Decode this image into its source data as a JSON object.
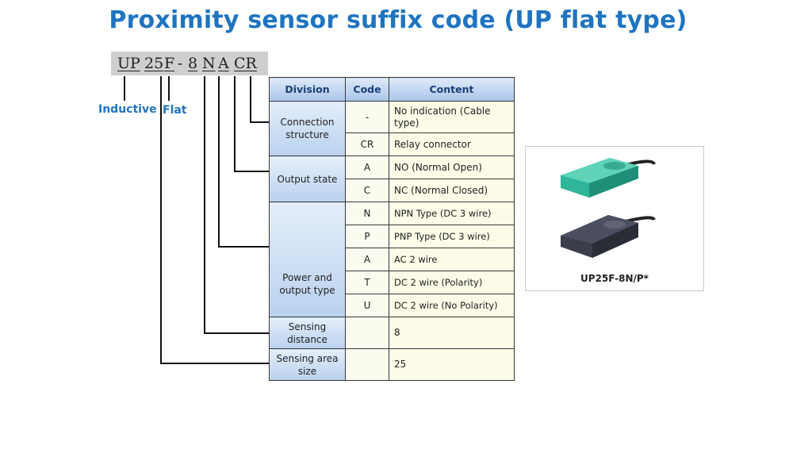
{
  "title": "Proximity sensor suffix code (UP flat type)",
  "code_segments": {
    "s1": "UP",
    "s2": "25",
    "s3": "F",
    "s4": "-",
    "s5": "8",
    "s6": "N",
    "s7": "A",
    "s8": "CR"
  },
  "labels": {
    "inductive": "Inductive",
    "flat": "Flat"
  },
  "table": {
    "headers": [
      "Division",
      "Code",
      "Content"
    ],
    "groups": {
      "connection": {
        "division": "Connection structure",
        "rows": [
          {
            "code": "-",
            "content": "No indication (Cable type)"
          },
          {
            "code": "CR",
            "content": "Relay connector"
          }
        ]
      },
      "output_state": {
        "division": "Output state",
        "rows": [
          {
            "code": "A",
            "content": "NO (Normal Open)"
          },
          {
            "code": "C",
            "content": "NC (Normal Closed)"
          }
        ]
      },
      "power": {
        "division": "Power and output type",
        "rows": [
          {
            "code": "N",
            "content": "NPN Type (DC 3 wire)"
          },
          {
            "code": "P",
            "content": "PNP Type (DC 3 wire)"
          },
          {
            "code": "A",
            "content": "AC 2 wire"
          },
          {
            "code": "T",
            "content": "DC 2 wire (Polarity)"
          },
          {
            "code": "U",
            "content": "DC 2 wire (No Polarity)"
          }
        ]
      },
      "distance": {
        "division": "Sensing distance",
        "code": "",
        "content": "8"
      },
      "area": {
        "division": "Sensing area size",
        "code": "",
        "content": "25"
      }
    }
  },
  "photo": {
    "caption": "UP25F-8N/P*"
  },
  "colors": {
    "title": "#1f74c0",
    "header_text": "#1b3f7a",
    "sensor_green": "#2fb59a",
    "sensor_dark": "#3a3d4a"
  }
}
